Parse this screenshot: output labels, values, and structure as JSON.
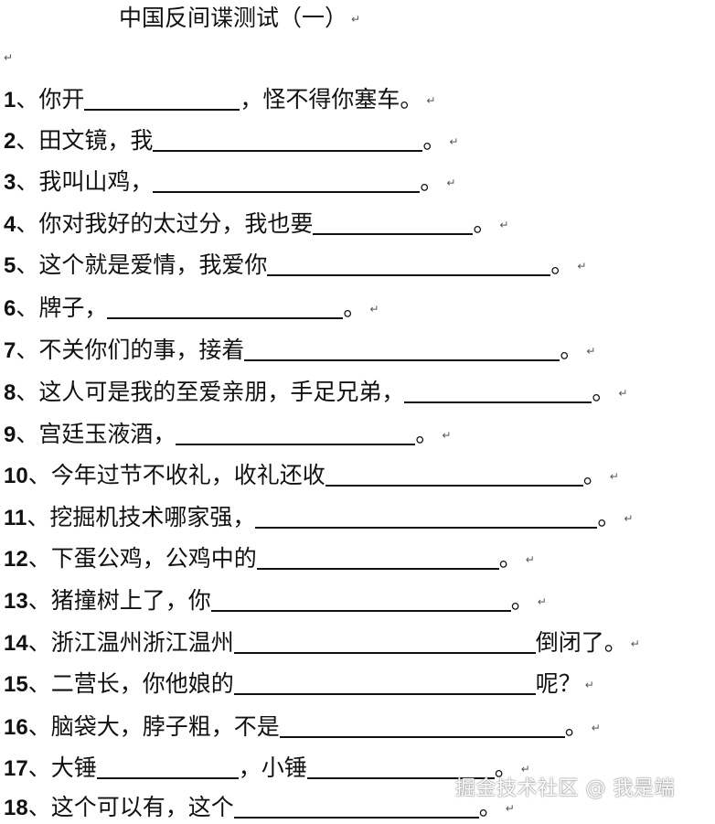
{
  "document": {
    "title": "中国反间谍测试（一）",
    "paragraph_mark": "↵",
    "questions": [
      {
        "num": "1",
        "sep": "、",
        "pre": "你开",
        "blank_w": 170,
        "mid": "，怪不得你塞车",
        "end": "。"
      },
      {
        "num": "2",
        "sep": "、",
        "pre": "田文镜，我",
        "blank_w": 295,
        "end": "。"
      },
      {
        "num": "3",
        "sep": "、",
        "pre": "我叫山鸡，",
        "blank_w": 292,
        "end": "。"
      },
      {
        "num": "4",
        "sep": "、",
        "pre": "你对我好的太过分，我也要",
        "blank_w": 175,
        "end": "。"
      },
      {
        "num": "5",
        "sep": "、",
        "pre": "这个就是爱情，我爱你",
        "blank_w": 310,
        "end": "。"
      },
      {
        "num": "6",
        "sep": "、",
        "pre": "牌子，",
        "blank_w": 258,
        "end": "。"
      },
      {
        "num": "7",
        "sep": "、",
        "pre": "不关你们的事，接着",
        "blank_w": 345,
        "end": "。"
      },
      {
        "num": "8",
        "sep": "、",
        "pre": "这人可是我的至爱亲朋，手足兄弟，",
        "blank_w": 205,
        "end": "。"
      },
      {
        "num": "9",
        "sep": "、",
        "pre": "宫廷玉液酒，",
        "blank_w": 262,
        "end": "。"
      },
      {
        "num": "10",
        "sep": "、",
        "pre": "今年过节不收礼，收礼还收",
        "blank_w": 282,
        "end": "。"
      },
      {
        "num": "11",
        "sep": "、",
        "pre": "挖掘机技术哪家强，",
        "blank_w": 374,
        "end": "。"
      },
      {
        "num": "12",
        "sep": "、",
        "pre": "下蛋公鸡，公鸡中的",
        "blank_w": 265,
        "end": "。"
      },
      {
        "num": "13",
        "sep": "、",
        "pre": "猪撞树上了，你",
        "blank_w": 328,
        "end": "。"
      },
      {
        "num": "14",
        "sep": "、",
        "pre": "浙江温州浙江温州",
        "blank_w": 330,
        "end": "倒闭了。"
      },
      {
        "num": "15",
        "sep": "、",
        "pre": "二营长，你他娘的",
        "blank_w": 330,
        "end": "呢？"
      },
      {
        "num": "16",
        "sep": "、",
        "pre": "脑袋大，脖子粗，不是",
        "blank_w": 312,
        "end": "。"
      },
      {
        "num": "17",
        "sep": "、",
        "pre": "大锤",
        "blank_w": 155,
        "mid": "，小锤",
        "blank2_w": 205,
        "end": "。"
      },
      {
        "num": "18",
        "sep": "、",
        "pre": "这个可以有，这个",
        "blank_w": 268,
        "end": "。"
      }
    ]
  },
  "watermark": {
    "text": "掘金技术社区 @ 我是端"
  }
}
